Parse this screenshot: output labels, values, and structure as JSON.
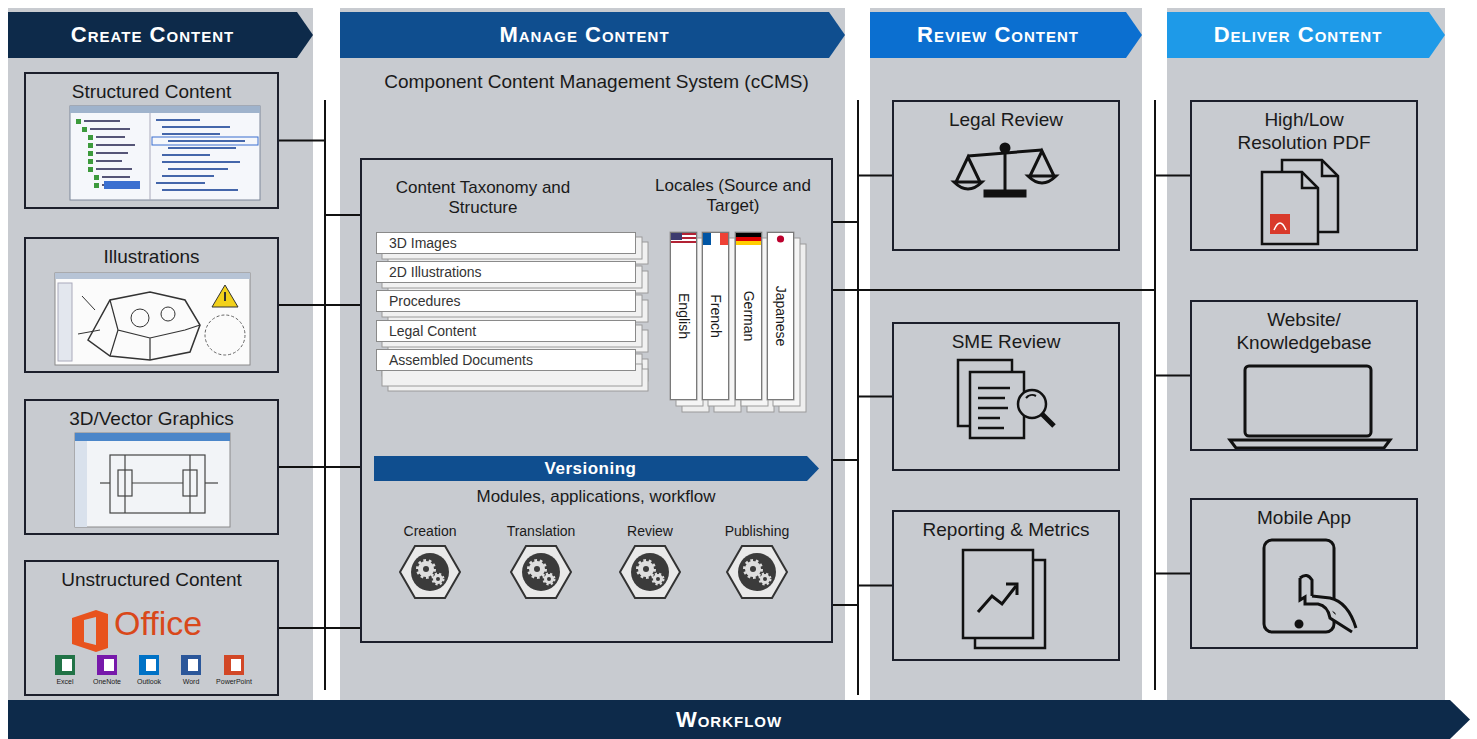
{
  "diagram": {
    "nodes": [
      {
        "text": [
          "Create Content"
        ]
      },
      {
        "text": [
          "Manage Content"
        ]
      },
      {
        "text": [
          "Review Content"
        ]
      },
      {
        "text": [
          "Deliver Content"
        ]
      },
      {
        "text": [
          "Structured Content"
        ]
      },
      {
        "text": [
          "Illustrations"
        ]
      },
      {
        "text": [
          "3D/Vector Graphics"
        ]
      },
      {
        "text": [
          "Unstructured Content",
          "Office"
        ]
      },
      {
        "text": [
          "Component Content Management System (cCMS)"
        ]
      },
      {
        "text": [
          "3D Images"
        ],
        "in": 8
      },
      {
        "text": [
          "2D Illustrations"
        ],
        "in": 8
      },
      {
        "text": [
          "Procedures"
        ],
        "in": 8
      },
      {
        "text": [
          "Legal Content"
        ],
        "in": 8
      },
      {
        "text": [
          "Assembled Documents"
        ],
        "in": 8
      },
      {
        "text": [
          "English"
        ],
        "in": 8
      },
      {
        "text": [
          "French"
        ],
        "in": 8
      },
      {
        "text": [
          "German"
        ],
        "in": 8
      },
      {
        "text": [
          "Japanese"
        ],
        "in": 8
      },
      {
        "text": [
          "Versioning"
        ],
        "in": 8
      },
      {
        "text": [
          "Creation"
        ],
        "in": 8
      },
      {
        "text": [
          "Translation"
        ],
        "in": 8
      },
      {
        "text": [
          "Review"
        ],
        "in": 8
      },
      {
        "text": [
          "Publishing"
        ],
        "in": 8
      },
      {
        "text": [
          "Legal Review"
        ]
      },
      {
        "text": [
          "SME Review"
        ]
      },
      {
        "text": [
          "Reporting & Metrics"
        ]
      },
      {
        "text": [
          "High/Low Resolution PDF"
        ]
      },
      {
        "text": [
          "Website/ Knowledgebase"
        ]
      },
      {
        "text": [
          "Mobile App"
        ]
      },
      {
        "text": [
          "Workflow"
        ]
      }
    ],
    "edges": [
      {
        "from": 4,
        "to": 8,
        "arrow": "none"
      },
      {
        "from": 5,
        "to": 8,
        "arrow": "none"
      },
      {
        "from": 6,
        "to": 8,
        "arrow": "none"
      },
      {
        "from": 7,
        "to": 8,
        "arrow": "none"
      },
      {
        "from": 8,
        "to": 23,
        "arrow": "none"
      },
      {
        "from": 8,
        "to": 24,
        "arrow": "none"
      },
      {
        "from": 8,
        "to": 25,
        "arrow": "none"
      },
      {
        "from": 8,
        "to": 26,
        "arrow": "none"
      },
      {
        "from": 8,
        "to": 27,
        "arrow": "none"
      },
      {
        "from": 8,
        "to": 28,
        "arrow": "none"
      }
    ],
    "labels": [
      "Content Taxonomy and Structure",
      "Locales (Source and Target)",
      "Modules, applications, workflow",
      "Excel",
      "OneNote",
      "Outlook",
      "Word",
      "PowerPoint"
    ]
  }
}
